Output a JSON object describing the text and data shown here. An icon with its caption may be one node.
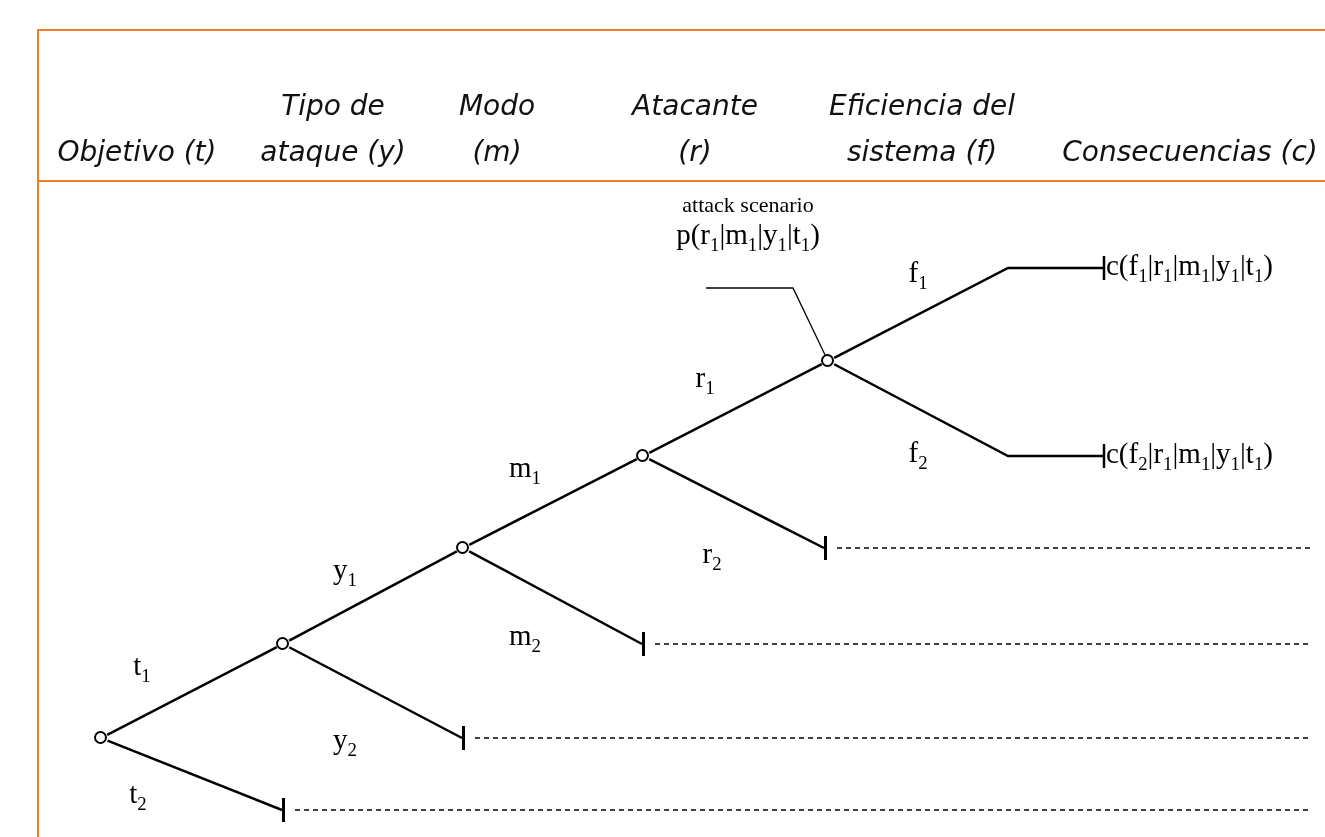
{
  "diagram": {
    "nodes": [
      {
        "text": [],
        "shape": "circle"
      },
      {
        "text": [],
        "shape": "circle"
      },
      {
        "text": [],
        "shape": "circle"
      },
      {
        "text": [],
        "shape": "circle"
      },
      {
        "text": [],
        "shape": "circle"
      },
      {
        "text": [],
        "shape": "bar"
      },
      {
        "text": [],
        "shape": "bar"
      },
      {
        "text": [],
        "shape": "bar"
      },
      {
        "text": [],
        "shape": "bar"
      },
      {
        "text": [
          "c(f$_{1}$|r$_{1}$|m$_{1}$|y$_{1}$|t$_{1}$)"
        ]
      },
      {
        "text": [
          "c(f$_{2}$|r$_{1}$|m$_{1}$|y$_{1}$|t$_{1}$)"
        ]
      },
      {
        "text": [
          "attack scenario",
          "p(r$_{1}$|m$_{1}$|y$_{1}$|t$_{1}$)"
        ]
      }
    ],
    "edges": [
      {
        "from": 0,
        "to": 1,
        "arrow": "none",
        "label": "t$_{1}$"
      },
      {
        "from": 0,
        "to": 5,
        "arrow": "none",
        "label": "t$_{2}$"
      },
      {
        "from": 1,
        "to": 2,
        "arrow": "none",
        "label": "y$_{1}$"
      },
      {
        "from": 1,
        "to": 6,
        "arrow": "none",
        "label": "y$_{2}$"
      },
      {
        "from": 2,
        "to": 3,
        "arrow": "none",
        "label": "m$_{1}$"
      },
      {
        "from": 2,
        "to": 7,
        "arrow": "none",
        "label": "m$_{2}$"
      },
      {
        "from": 3,
        "to": 4,
        "arrow": "none",
        "label": "r$_{1}$"
      },
      {
        "from": 3,
        "to": 8,
        "arrow": "none",
        "label": "r$_{2}$"
      },
      {
        "from": 4,
        "to": 9,
        "arrow": "other",
        "label": "f$_{1}$"
      },
      {
        "from": 4,
        "to": 10,
        "arrow": "other",
        "label": "f$_{2}$"
      },
      {
        "from": 11,
        "to": 4,
        "arrow": "none"
      },
      {
        "from": 5,
        "to": null,
        "arrow": "none",
        "style": "dashed"
      },
      {
        "from": 6,
        "to": null,
        "arrow": "none",
        "style": "dashed"
      },
      {
        "from": 7,
        "to": null,
        "arrow": "none",
        "style": "dashed"
      },
      {
        "from": 8,
        "to": null,
        "arrow": "none",
        "style": "dashed"
      }
    ],
    "labels": [
      "Objetivo (t)",
      "Tipo de ataque (y)",
      "Modo (m)",
      "Atacante (r)",
      "Eficiencia del sistema (f)",
      "Consecuencias (c)"
    ]
  }
}
